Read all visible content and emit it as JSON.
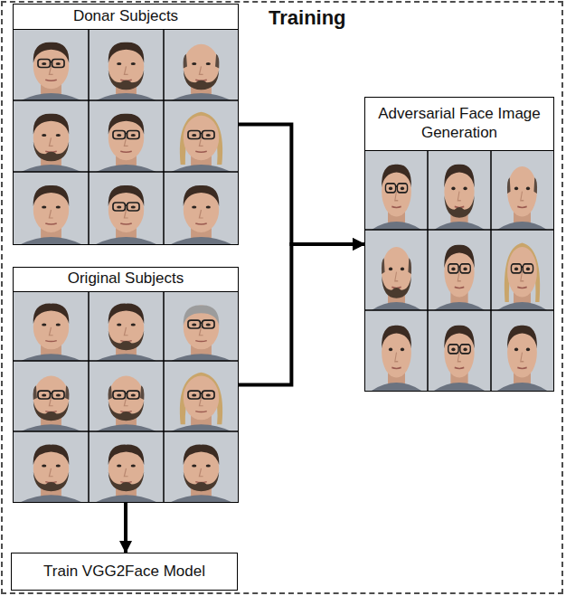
{
  "diagram": {
    "nodes": [
      {
        "text": [
          "Training"
        ]
      },
      {
        "text": [
          "Donar Subjects"
        ],
        "in": 0
      },
      {
        "text": [
          "Original Subjects"
        ],
        "in": 0
      },
      {
        "text": [
          "Adversarial Face Image Generation"
        ],
        "in": 0
      },
      {
        "text": [
          "Train VGG2Face Model"
        ],
        "in": 0
      }
    ],
    "edges": [
      {
        "from": 1,
        "to": 3,
        "arrow": "to"
      },
      {
        "from": 2,
        "to": 3,
        "arrow": "to"
      },
      {
        "from": 2,
        "to": 4,
        "arrow": "to"
      }
    ]
  }
}
